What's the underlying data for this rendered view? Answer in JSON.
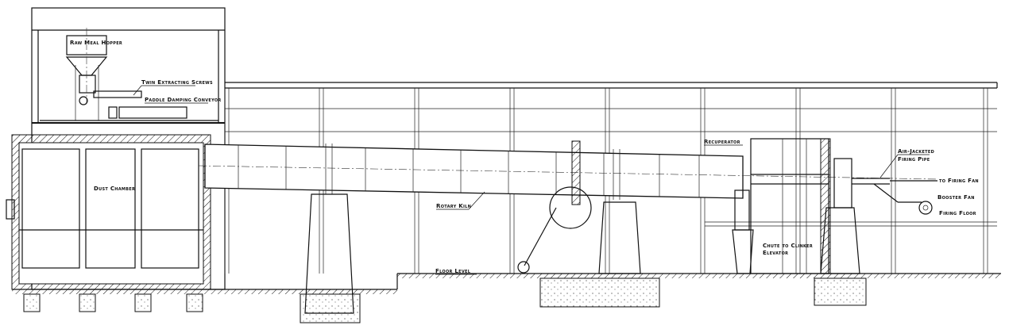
{
  "diagram": {
    "labels": {
      "raw_meal_hopper": "Raw Meal Hopper",
      "twin_extracting_screws": "Twin Extracting Screws",
      "paddle_damping_conveyor": "Paddle Damping Conveyor",
      "dust_chamber": "Dust Chamber",
      "rotary_kiln": "Rotary Kiln",
      "recuperator": "Recuperator",
      "air_jacketed_line1": "Air-Jacketed",
      "air_jacketed_line2": "Firing Pipe",
      "to_firing_fan": "to Firing Fan",
      "booster_fan": "Booster Fan",
      "firing_floor": "Firing Floor",
      "chute_line1": "Chute to Clinker",
      "chute_line2": "Elevator",
      "floor_level": "Floor Level"
    }
  }
}
